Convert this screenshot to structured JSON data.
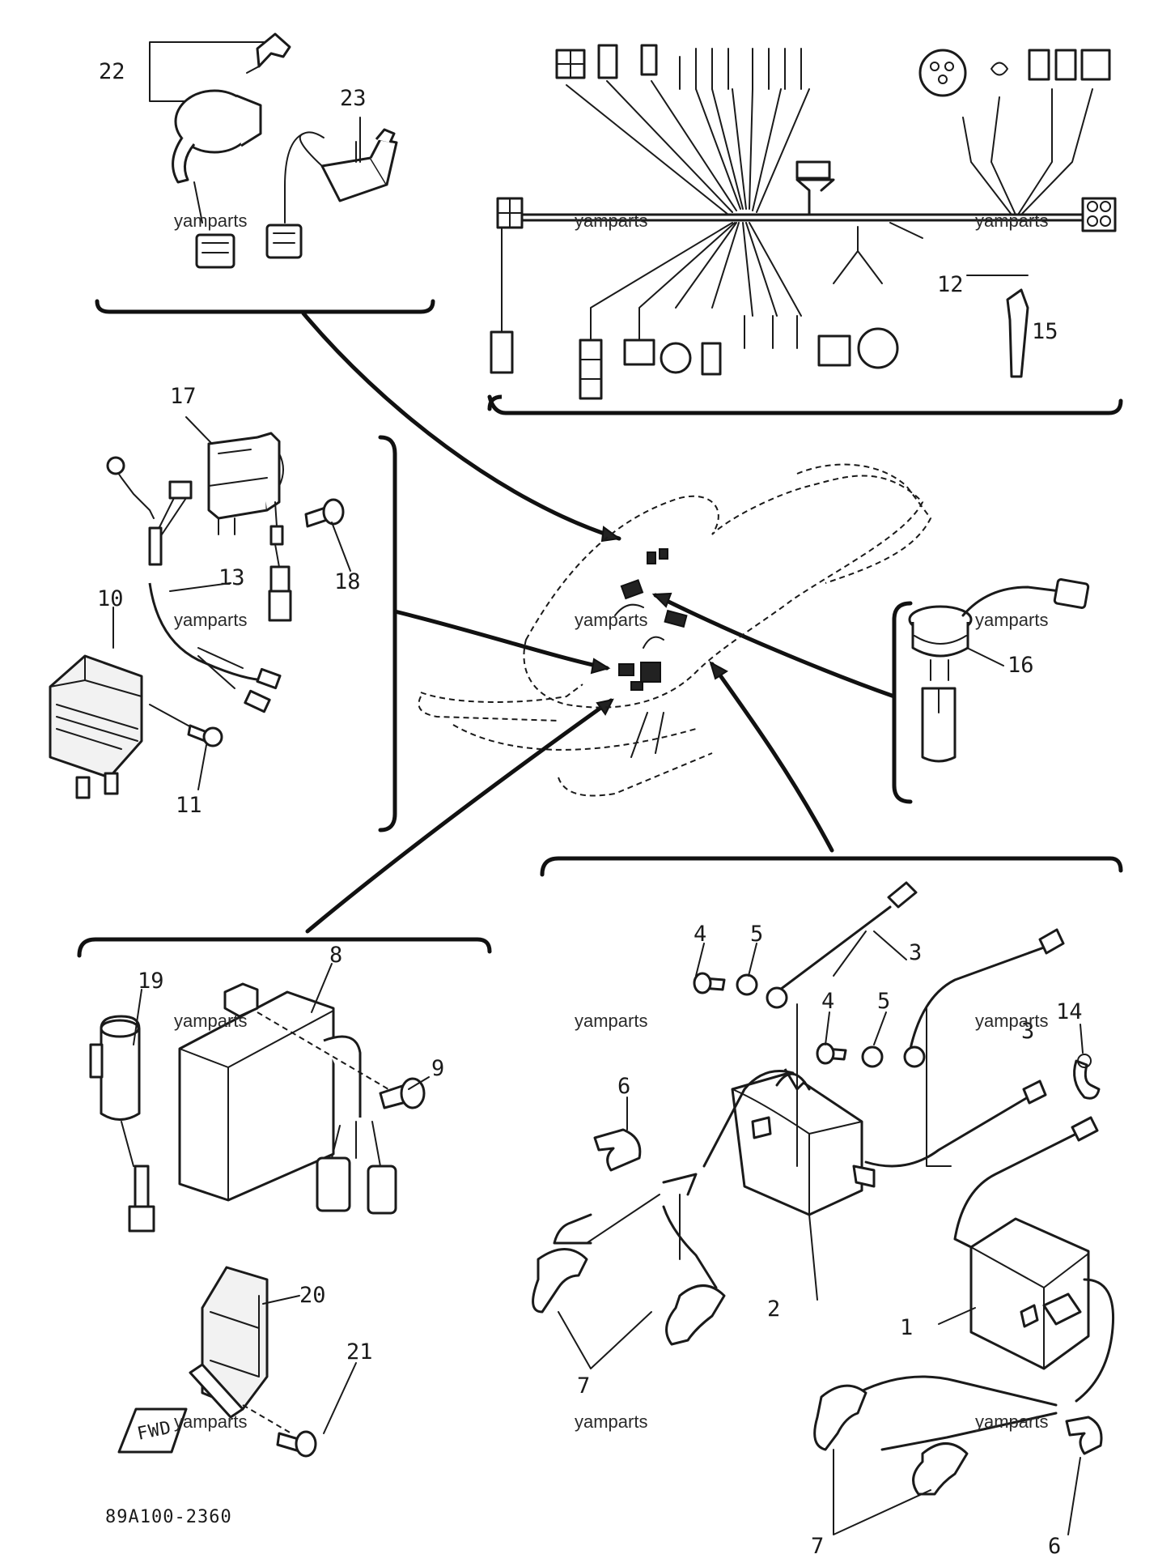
{
  "diagram_code": "89A100-2360",
  "watermark": "yamparts",
  "fwd_label": "FWD",
  "callouts": {
    "c1": "1",
    "c2": "2",
    "c3a": "3",
    "c3b": "3",
    "c4a": "4",
    "c4b": "4",
    "c5a": "5",
    "c5b": "5",
    "c6a": "6",
    "c6b": "6",
    "c7a": "7",
    "c7b": "7",
    "c8": "8",
    "c9": "9",
    "c10": "10",
    "c11": "11",
    "c12": "12",
    "c13": "13",
    "c14": "14",
    "c15": "15",
    "c16": "16",
    "c17": "17",
    "c18": "18",
    "c19": "19",
    "c20": "20",
    "c21": "21",
    "c22": "22",
    "c23": "23"
  }
}
